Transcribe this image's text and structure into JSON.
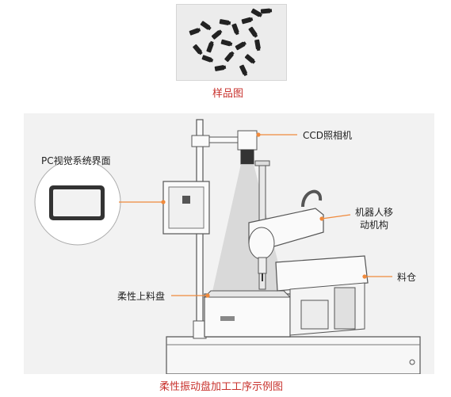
{
  "sample": {
    "caption": "样品图",
    "icon": "screws-sample-icon"
  },
  "illustration": {
    "labels": {
      "pc_interface": "PC视觉系统界面",
      "ccd_camera": "CCD照相机",
      "robot_line1": "机器人移",
      "robot_line2": "动机构",
      "material_bin": "料仓",
      "feeding_tray": "柔性上料盘"
    },
    "caption": "柔性振动盘加工工序示例图"
  },
  "colors": {
    "caption_red": "#c8322d",
    "leader_orange": "#f08a3c",
    "machine_line": "#555555"
  }
}
